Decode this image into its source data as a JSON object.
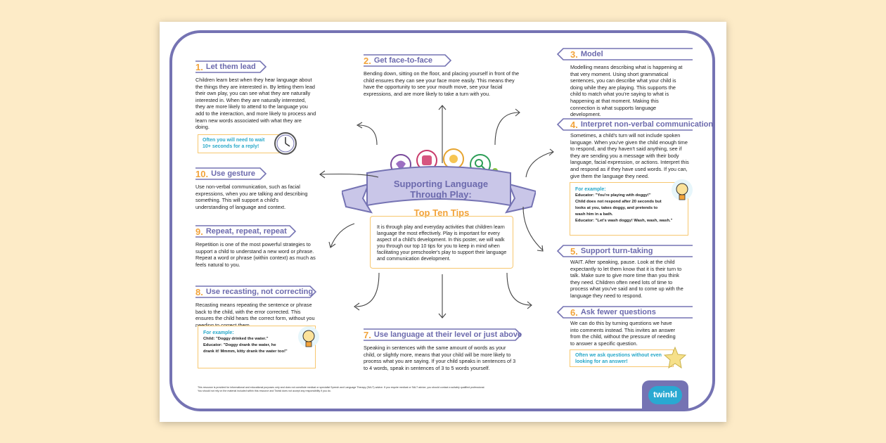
{
  "poster": {
    "title_line1": "Supporting Language",
    "title_line2": "Through Play:",
    "subtitle": "Top Ten Tips",
    "intro": "It is through play and everyday activities that children learn language the most effectively. Play is important for every aspect of a child's development. In this poster, we will walk you through our top 10 tips for you to keep in mind when facilitating your preschooler's play to support their language and communication development.",
    "disclaimer_line1": "This resource is provided for informational and educational purposes only and does not constitute medical or specialist Speech and Language Therapy (SALT) advice. If you require medical or SALT advice, you should contact a suitably qualified professional.",
    "disclaimer_line2": "You should not rely on the material included within this resource and Twinkl does not accept any responsibility if you do.",
    "logo": "twinkl"
  },
  "tips": {
    "t1": {
      "num": "1.",
      "title": "Let them lead",
      "body": "Children learn best when they hear language about the things they are interested in. By letting them lead their own play, you can see what they are naturally interested in. When they are naturally interested, they are more likely to attend to the language you add to the interaction, and more likely to process and learn new words associated with what they are doing.",
      "note": "Often you will need to wait 10+ seconds for a reply!"
    },
    "t2": {
      "num": "2.",
      "title": "Get face-to-face",
      "body": "Bending down, sitting on the floor, and placing yourself in front of the child ensures they can see your face more easily. This means they have the opportunity to see your mouth move, see your facial expressions, and are more likely to take a turn with you."
    },
    "t3": {
      "num": "3.",
      "title": "Model",
      "body": "Modelling means describing what is happening at that very moment. Using short grammatical sentences, you can describe what your child is doing while they are playing. This supports the child to match what you're saying to what is happening at that moment. Making this connection is what supports language development."
    },
    "t4": {
      "num": "4.",
      "title": "Interpret non-verbal communication",
      "body": "Sometimes, a child's turn will not include spoken language. When you've given the child enough time to respond, and they haven't said anything, see if they are sending you a message with their body language, facial expression, or actions. Interpret this and respond as if they have used words. If you can, give them the language they need.",
      "example_label": "For example:",
      "example_1": "Educator: \"You're playing with doggy!\"",
      "example_2": "Child does not respond after 20 seconds but looks at you, takes doggy, and pretends to wash him in a bath.",
      "example_3": "Educator: \"Let's wash doggy! Wash, wash, wash.\""
    },
    "t5": {
      "num": "5.",
      "title": "Support turn-taking",
      "body": "WAIT. After speaking, pause. Look at the child expectantly to let them know that it is their turn to talk. Make sure to give more time than you think they need. Children often need lots of time to process what you've said and to come up with the language they need to respond."
    },
    "t6": {
      "num": "6.",
      "title": "Ask fewer questions",
      "body": "We can do this by turning questions we have into comments instead. This invites an answer from the child, without the pressure of needing to answer a specific question.",
      "note": "Often we ask questions without even looking for an answer!"
    },
    "t7": {
      "num": "7.",
      "title": "Use language at their level or just above",
      "body": "Speaking in sentences with the same amount of words as your child, or slightly more, means that your child will be more likely to process what you are saying. If your child speaks in sentences of 3 to 4 words, speak in sentences of 3 to 5 words yourself."
    },
    "t8": {
      "num": "8.",
      "title": "Use recasting, not correcting",
      "body": "Recasting means repeating the sentence or phrase back to the child, with the error corrected. This ensures the child hears the correct form, without you needing to correct them.",
      "example_label": "For example:",
      "example_1": "Child: \"Doggy drinked the water.\"",
      "example_2": "Educator: \"Doggy drank the water, he drank it! Mmmm, kitty drank the water too!\""
    },
    "t9": {
      "num": "9.",
      "title": "Repeat, repeat, repeat",
      "body": "Repetition is one of the most powerful strategies to support a child to understand a new word or phrase. Repeat a word or phrase (within context) as much as feels natural to you."
    },
    "t10": {
      "num": "10.",
      "title": "Use gesture",
      "body": "Use non-verbal communication, such as facial expressions, when you are talking and describing something. This will support a child's understanding of language and context."
    }
  },
  "colors": {
    "frame": "#7573b3",
    "accent": "#f2a33a",
    "note_border": "#f7c76f",
    "blue": "#27a8c9",
    "background": "#fdebc7"
  },
  "icons": [
    "heart-icon",
    "puzzle-icon",
    "hand-icon",
    "magnifier-icon",
    "clock-icon",
    "lightbulb-icon",
    "star-icon",
    "clover-icon"
  ]
}
